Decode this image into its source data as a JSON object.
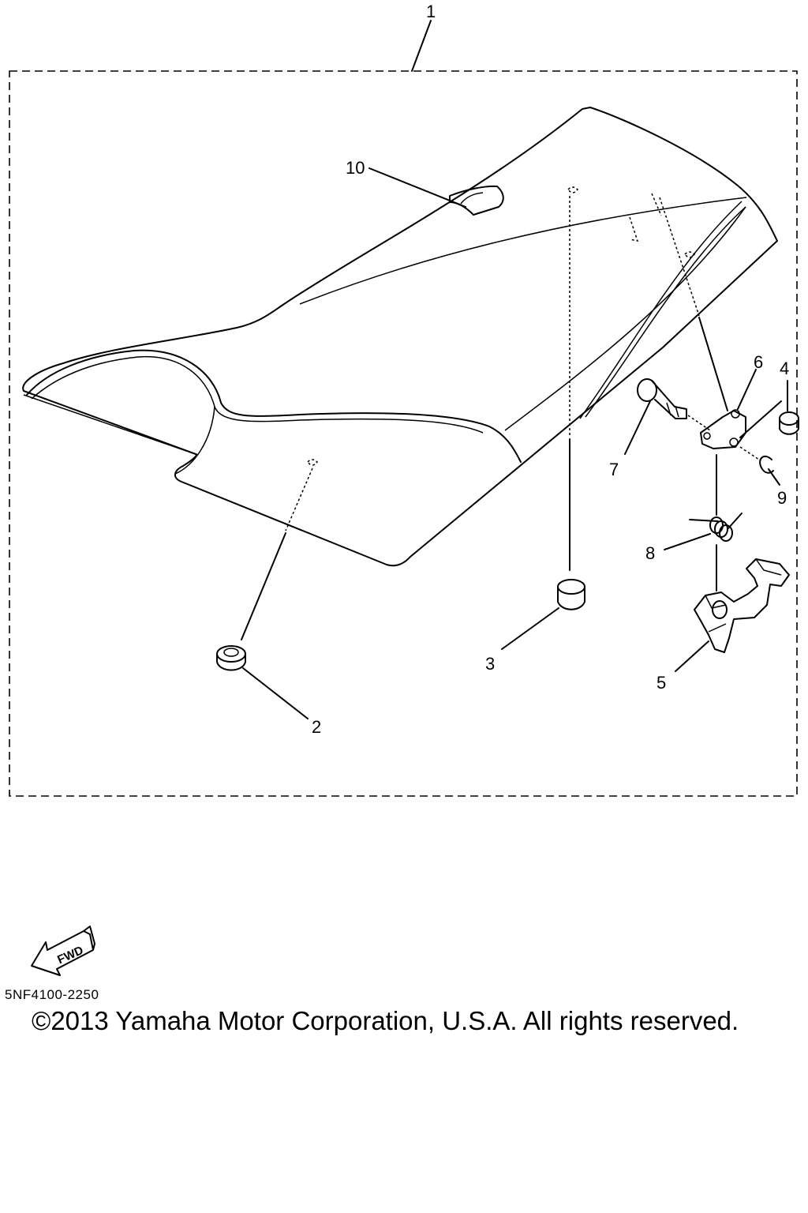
{
  "diagram": {
    "callouts": {
      "c1": "1",
      "c2": "2",
      "c3": "3",
      "c4": "4",
      "c5": "5",
      "c6": "6",
      "c7": "7",
      "c8": "8",
      "c9": "9",
      "c10": "10"
    }
  },
  "fwd_label": "FWD",
  "diagram_code": "5NF4100-2250",
  "copyright": "©2013 Yamaha Motor Corporation, U.S.A. All rights reserved."
}
